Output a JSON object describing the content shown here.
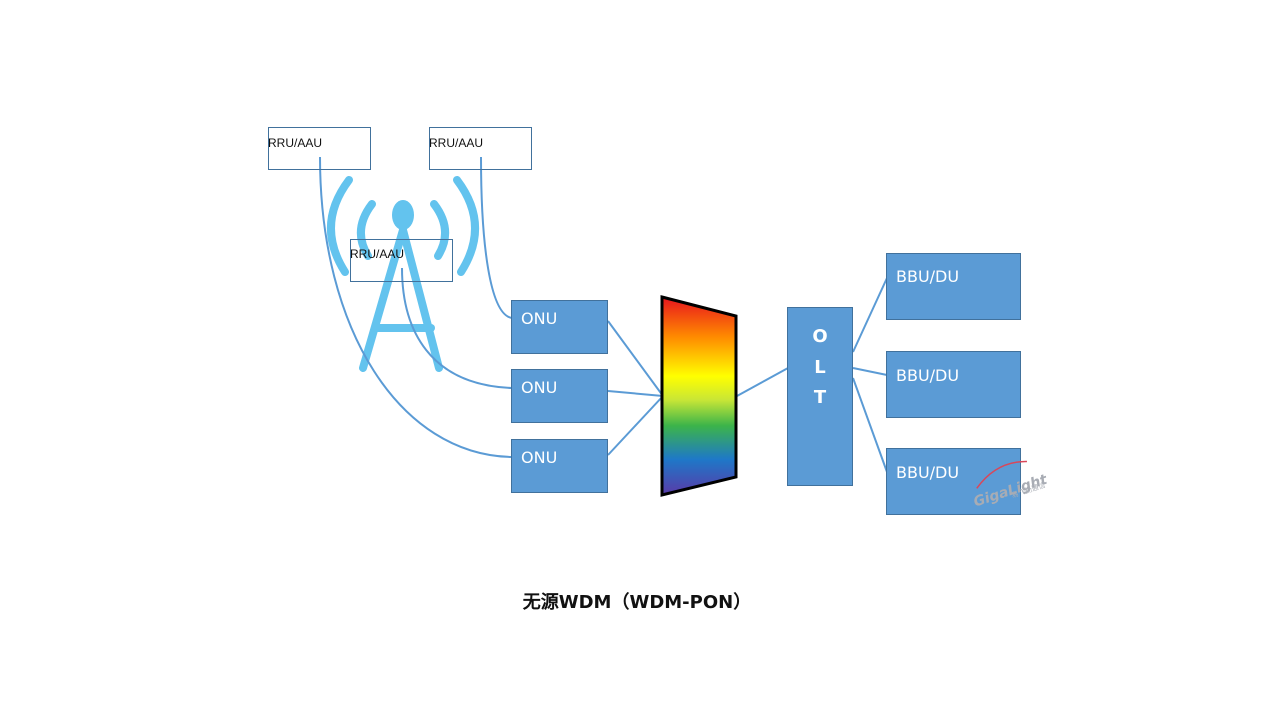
{
  "diagram": {
    "rru_units": [
      {
        "label": "RRU/AAU"
      },
      {
        "label": "RRU/AAU"
      },
      {
        "label": "RRU/AAU"
      }
    ],
    "onus": [
      {
        "label": "ONU"
      },
      {
        "label": "ONU"
      },
      {
        "label": "ONU"
      }
    ],
    "olt": {
      "letters": [
        "O",
        "L",
        "T"
      ]
    },
    "bbus": [
      {
        "label": "BBU/DU"
      },
      {
        "label": "BBU/DU"
      },
      {
        "label": "BBU/DU"
      }
    ],
    "caption": "无源WDM（WDM-PON）",
    "watermark": {
      "logo_text": "GigaLight",
      "logo_cn": "易飞扬通信"
    },
    "colors": {
      "box_fill": "#5b9bd5",
      "box_stroke": "#41719c",
      "link": "#5b9bd5",
      "tower": "#63c3ee",
      "rru_stroke": "#41719c"
    },
    "icons": [
      "cell-tower-icon",
      "wdm-mux-icon"
    ]
  }
}
